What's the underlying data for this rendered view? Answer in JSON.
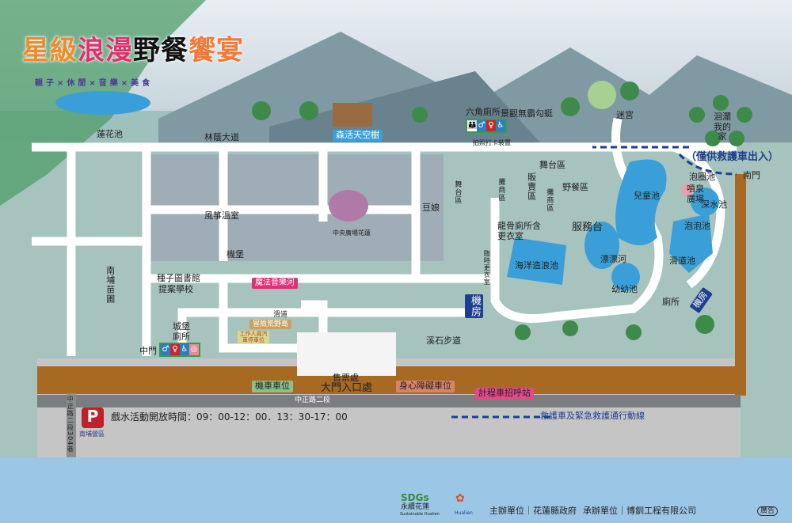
{
  "title": {
    "part1": "星級",
    "part2": "浪漫",
    "part3": "野餐",
    "part4": "饗宴",
    "subtitle": "親子×休閒×音樂×美食"
  },
  "labels": {
    "lotus_pond": "蓮花池",
    "avenue": "林蔭大道",
    "sky_tree": "森活天空樹",
    "hex_toilet": "六角廁所",
    "dragonfly": "景觀無霸勾蜓",
    "maze": "迷宮",
    "home": "洄瀾我的家",
    "photo_spot": "拍照打卡裝置",
    "stage_right": "舞台區",
    "sales": "販賣區",
    "vendors_1": "攤商區",
    "vendors_2": "攤商區",
    "stage_left": "舞台區",
    "picnic": "野餐區",
    "kite_greenhouse": "風箏溫室",
    "central_flower": "中央廣場花蓮",
    "damselfly": "豆娘",
    "dragon_toilet": "龍骨廁所含更衣室",
    "service_desk": "服務台",
    "temp_changing": "臨時更衣室",
    "wave_pool": "海洋造浪池",
    "lazy_river": "漂漂河",
    "kids_pool": "兒童池",
    "ambulance_only": "（僅供救護車出入）",
    "south_gate": "南門",
    "bubble_pool_1": "泡圈池",
    "fountain": "噴泉廣場",
    "deep_pool": "深水池",
    "bubble_pool": "泡泡池",
    "slide_pool": "滑道池",
    "toddler_pool": "幼幼池",
    "toilet_east": "廁所",
    "machine_room_east": "機房",
    "bunker": "機堡",
    "seed_library": "種子圖書館",
    "proposal_school": "提案學校",
    "magic_river": "魔法音樂河",
    "nursery": "南埔苗圃",
    "slide": "滑道",
    "adventure_island": "冒險荒野島",
    "staff_parking": "工作人員汽車停車位",
    "castle_toilet": "城堡廁所",
    "middle_gate": "中門",
    "machine_room": "機房",
    "stone_trail": "溪石步道",
    "ticket": "售票處",
    "main_entrance": "大門入口處",
    "motor_parking": "機車車位",
    "accessible_parking": "身心障礙車位",
    "taxi": "計程車招呼站",
    "road": "中正路二段",
    "lane": "中正路二段304巷",
    "parking_p": "P",
    "camp": "南埔營區",
    "hours": "戲水活動開放時間：09：00-12：00．13：30-17：00",
    "ambulance_route": "救護車及緊急救護通行動線"
  },
  "footer": {
    "sdgs": "SDGs",
    "sdgs_cn": "永續花蓮",
    "sdgs_en": "Sustainable Hualien",
    "hualien": "Hualien",
    "organizer": "主辦單位｜花蓮縣政府",
    "contractor": "承辦單位｜博釧工程有限公司",
    "ad": "廣告"
  },
  "colors": {
    "road": "#ffffff",
    "pool": "#3a9fd8",
    "parking_strip": "#a86a22",
    "ambulance_line": "#1e3f8f",
    "taxi": "#e24a8a",
    "magic_river": "#e0307a"
  }
}
